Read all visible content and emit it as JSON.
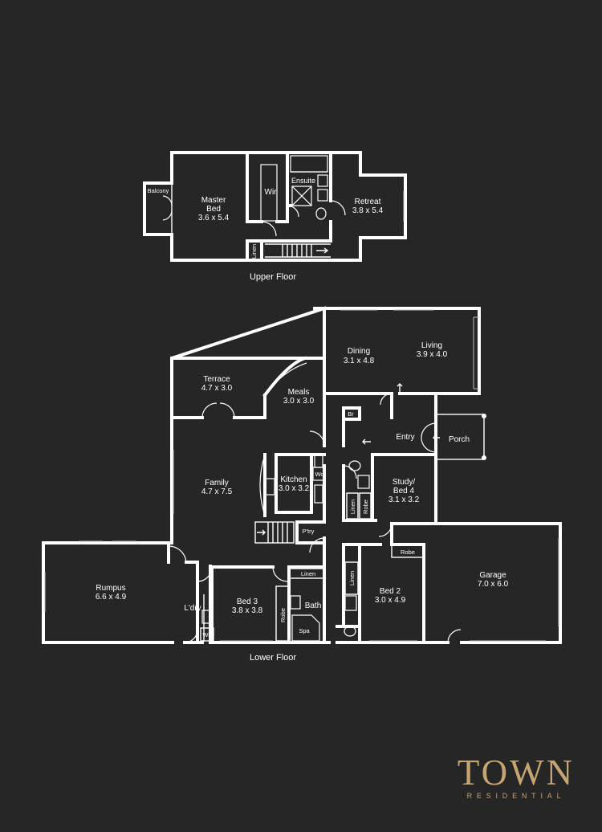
{
  "floors": {
    "upper": "Upper Floor",
    "lower": "Lower Floor"
  },
  "rooms": {
    "master_bed": {
      "name_1": "Master",
      "name_2": "Bed",
      "size": "3.6 x 5.4"
    },
    "wir": {
      "name": "Wir"
    },
    "ensuite": {
      "name": "Ensuite"
    },
    "retreat": {
      "name": "Retreat",
      "size": "3.8 x 5.4"
    },
    "balcony": {
      "name": "Balcony"
    },
    "linen_upper": {
      "name": "Linen"
    },
    "dining": {
      "name": "Dining",
      "size": "3.1 x 4.8"
    },
    "living": {
      "name": "Living",
      "size": "3.9 x 4.0"
    },
    "terrace": {
      "name": "Terrace",
      "size": "4.7 x 3.0"
    },
    "meals": {
      "name": "Meals",
      "size": "3.0 x 3.0"
    },
    "br": {
      "name": "Br"
    },
    "entry": {
      "name": "Entry"
    },
    "porch": {
      "name": "Porch"
    },
    "family": {
      "name": "Family",
      "size": "4.7 x 7.5"
    },
    "kitchen": {
      "name": "Kitchen",
      "size": "3.0 x 3.2"
    },
    "wo": {
      "name": "Wo"
    },
    "study": {
      "name_1": "Study/",
      "name_2": "Bed 4",
      "size": "3.1 x 3.2"
    },
    "linen_study": {
      "name": "Linen"
    },
    "robe_study": {
      "name": "Robe"
    },
    "pantry": {
      "name": "P'try"
    },
    "rumpus": {
      "name": "Rumpus",
      "size": "6.6 x 4.9"
    },
    "laundry": {
      "name": "L'dry"
    },
    "wm": {
      "name": "Wm"
    },
    "bed3": {
      "name": "Bed 3",
      "size": "3.8 x 3.8"
    },
    "robe_bed3": {
      "name": "Robe"
    },
    "linen_bath": {
      "name": "Linen"
    },
    "bath": {
      "name": "Bath"
    },
    "spa": {
      "name": "Spa"
    },
    "linen_bed2": {
      "name": "Linen"
    },
    "robe_bed2": {
      "name": "Robe"
    },
    "bed2": {
      "name": "Bed 2",
      "size": "3.0 x 4.9"
    },
    "garage": {
      "name": "Garage",
      "size": "7.0 x 6.0"
    }
  },
  "logo": {
    "main": "TOWN",
    "sub": "RESIDENTIAL"
  },
  "colors": {
    "background": "#262626",
    "walls": "#ffffff",
    "logo": "#c5a572"
  }
}
